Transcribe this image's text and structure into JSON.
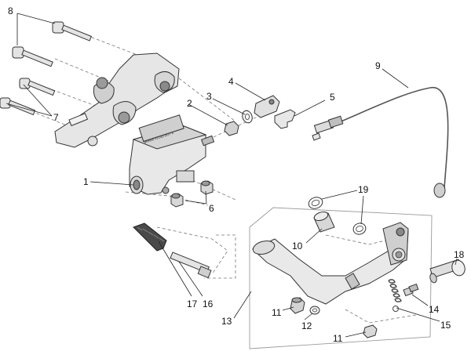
{
  "diagram": {
    "callouts": [
      "1",
      "2",
      "3",
      "4",
      "5",
      "6",
      "7",
      "8",
      "9",
      "10",
      "11",
      "11",
      "12",
      "13",
      "14",
      "15",
      "16",
      "17",
      "18",
      "19"
    ],
    "label_plate_text": "BRAKE FLUID DOT 4"
  },
  "colors": {
    "part_fill": "#e9e9e9",
    "part_shade": "#c9c9c9",
    "part_dark": "#8a8a8a",
    "line": "#333333",
    "boot": "#444444"
  }
}
